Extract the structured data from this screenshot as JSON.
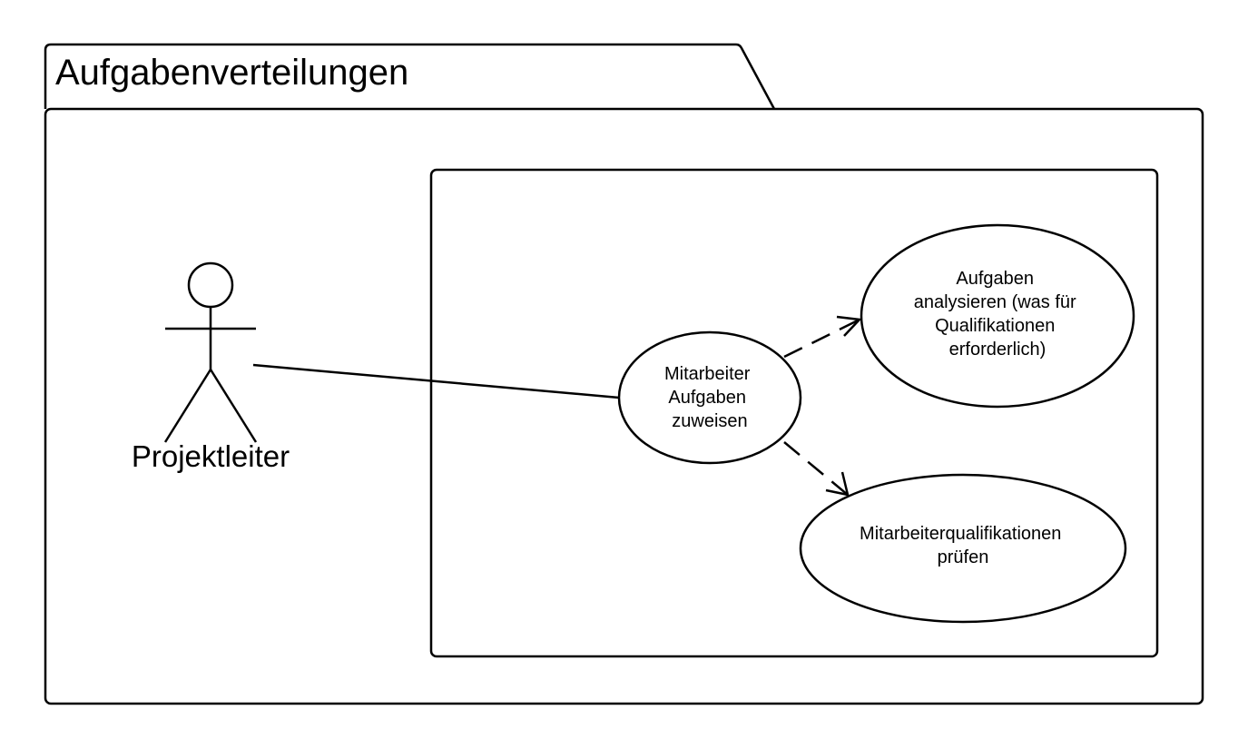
{
  "package": {
    "title": "Aufgabenverteilungen"
  },
  "actor": {
    "name": "Projektleiter"
  },
  "use_cases": {
    "assign": {
      "lines": [
        "Mitarbeiter",
        "Aufgaben",
        "zuweisen"
      ]
    },
    "analyze": {
      "lines": [
        "Aufgaben",
        "analysieren (was für",
        "Qualifikationen",
        "erforderlich)"
      ]
    },
    "check": {
      "lines": [
        "Mitarbeiterqualifikationen",
        "prüfen"
      ]
    }
  },
  "relations": [
    {
      "from": "actor",
      "to": "assign",
      "kind": "association"
    },
    {
      "from": "assign",
      "to": "analyze",
      "kind": "dependency"
    },
    {
      "from": "assign",
      "to": "check",
      "kind": "dependency"
    }
  ],
  "colors": {
    "stroke": "#000000",
    "fill": "#ffffff"
  }
}
